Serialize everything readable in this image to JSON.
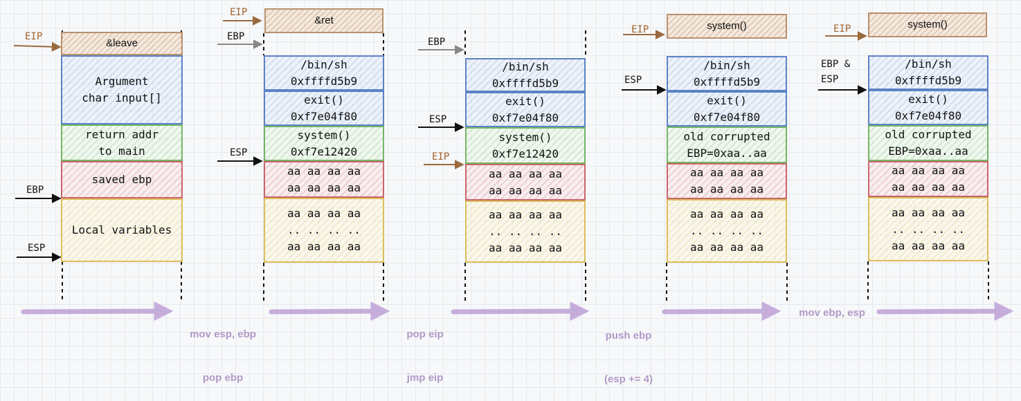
{
  "diagram": {
    "stack1": {
      "top": "&leave",
      "arg": [
        "Argument",
        "char input[]"
      ],
      "ret": [
        "return addr",
        "to main"
      ],
      "saved_ebp": "saved ebp",
      "locals": "Local variables",
      "eip_label": "EIP",
      "ebp_label": "EBP",
      "esp_label": "ESP"
    },
    "stack2": {
      "top": "&ret",
      "binsh": [
        "/bin/sh",
        "0xffffd5b9"
      ],
      "exit": [
        "exit()",
        "0xf7e04f80"
      ],
      "system": [
        "system()",
        "0xf7e12420"
      ],
      "pad": [
        "aa aa aa aa",
        "aa aa aa aa"
      ],
      "locals": [
        "aa aa aa aa",
        ".. .. .. ..",
        "aa aa aa aa"
      ],
      "eip_label": "EIP",
      "ebp_label": "EBP",
      "esp_label": "ESP"
    },
    "stack3": {
      "binsh": [
        "/bin/sh",
        "0xffffd5b9"
      ],
      "exit": [
        "exit()",
        "0xf7e04f80"
      ],
      "system": [
        "system()",
        "0xf7e12420"
      ],
      "pad": [
        "aa aa aa aa",
        "aa aa aa aa"
      ],
      "locals": [
        "aa aa aa aa",
        ".. .. .. ..",
        "aa aa aa aa"
      ],
      "ebp_label": "EBP",
      "esp_label": "ESP",
      "eip_label": "EIP"
    },
    "stack4": {
      "top": "system()",
      "binsh": [
        "/bin/sh",
        "0xffffd5b9"
      ],
      "exit": [
        "exit()",
        "0xf7e04f80"
      ],
      "old": [
        "old corrupted",
        "EBP=0xaa..aa"
      ],
      "pad": [
        "aa aa aa aa",
        "aa aa aa aa"
      ],
      "locals": [
        "aa aa aa aa",
        ".. .. .. ..",
        "aa aa aa aa"
      ],
      "eip_label": "EIP",
      "esp_label": "ESP"
    },
    "stack5": {
      "top": "system()",
      "binsh": [
        "/bin/sh",
        "0xffffd5b9"
      ],
      "exit": [
        "exit()",
        "0xf7e04f80"
      ],
      "old": [
        "old corrupted",
        "EBP=0xaa..aa"
      ],
      "pad": [
        "aa aa aa aa",
        "aa aa aa aa"
      ],
      "locals": [
        "aa aa aa aa",
        ".. .. .. ..",
        "aa aa aa aa"
      ],
      "eip_label": "EIP",
      "ebpesp_label": [
        "EBP &",
        "ESP"
      ]
    },
    "instructions": {
      "i1": [
        "mov esp, ebp",
        "pop ebp"
      ],
      "i2": [
        "pop eip",
        "jmp eip"
      ],
      "i3": [
        "push ebp",
        "(esp += 4)"
      ],
      "i4": "mov ebp, esp"
    },
    "colors": {
      "eip": "#a0622f",
      "arrow": "#111111",
      "flow": "#c5addb"
    }
  }
}
